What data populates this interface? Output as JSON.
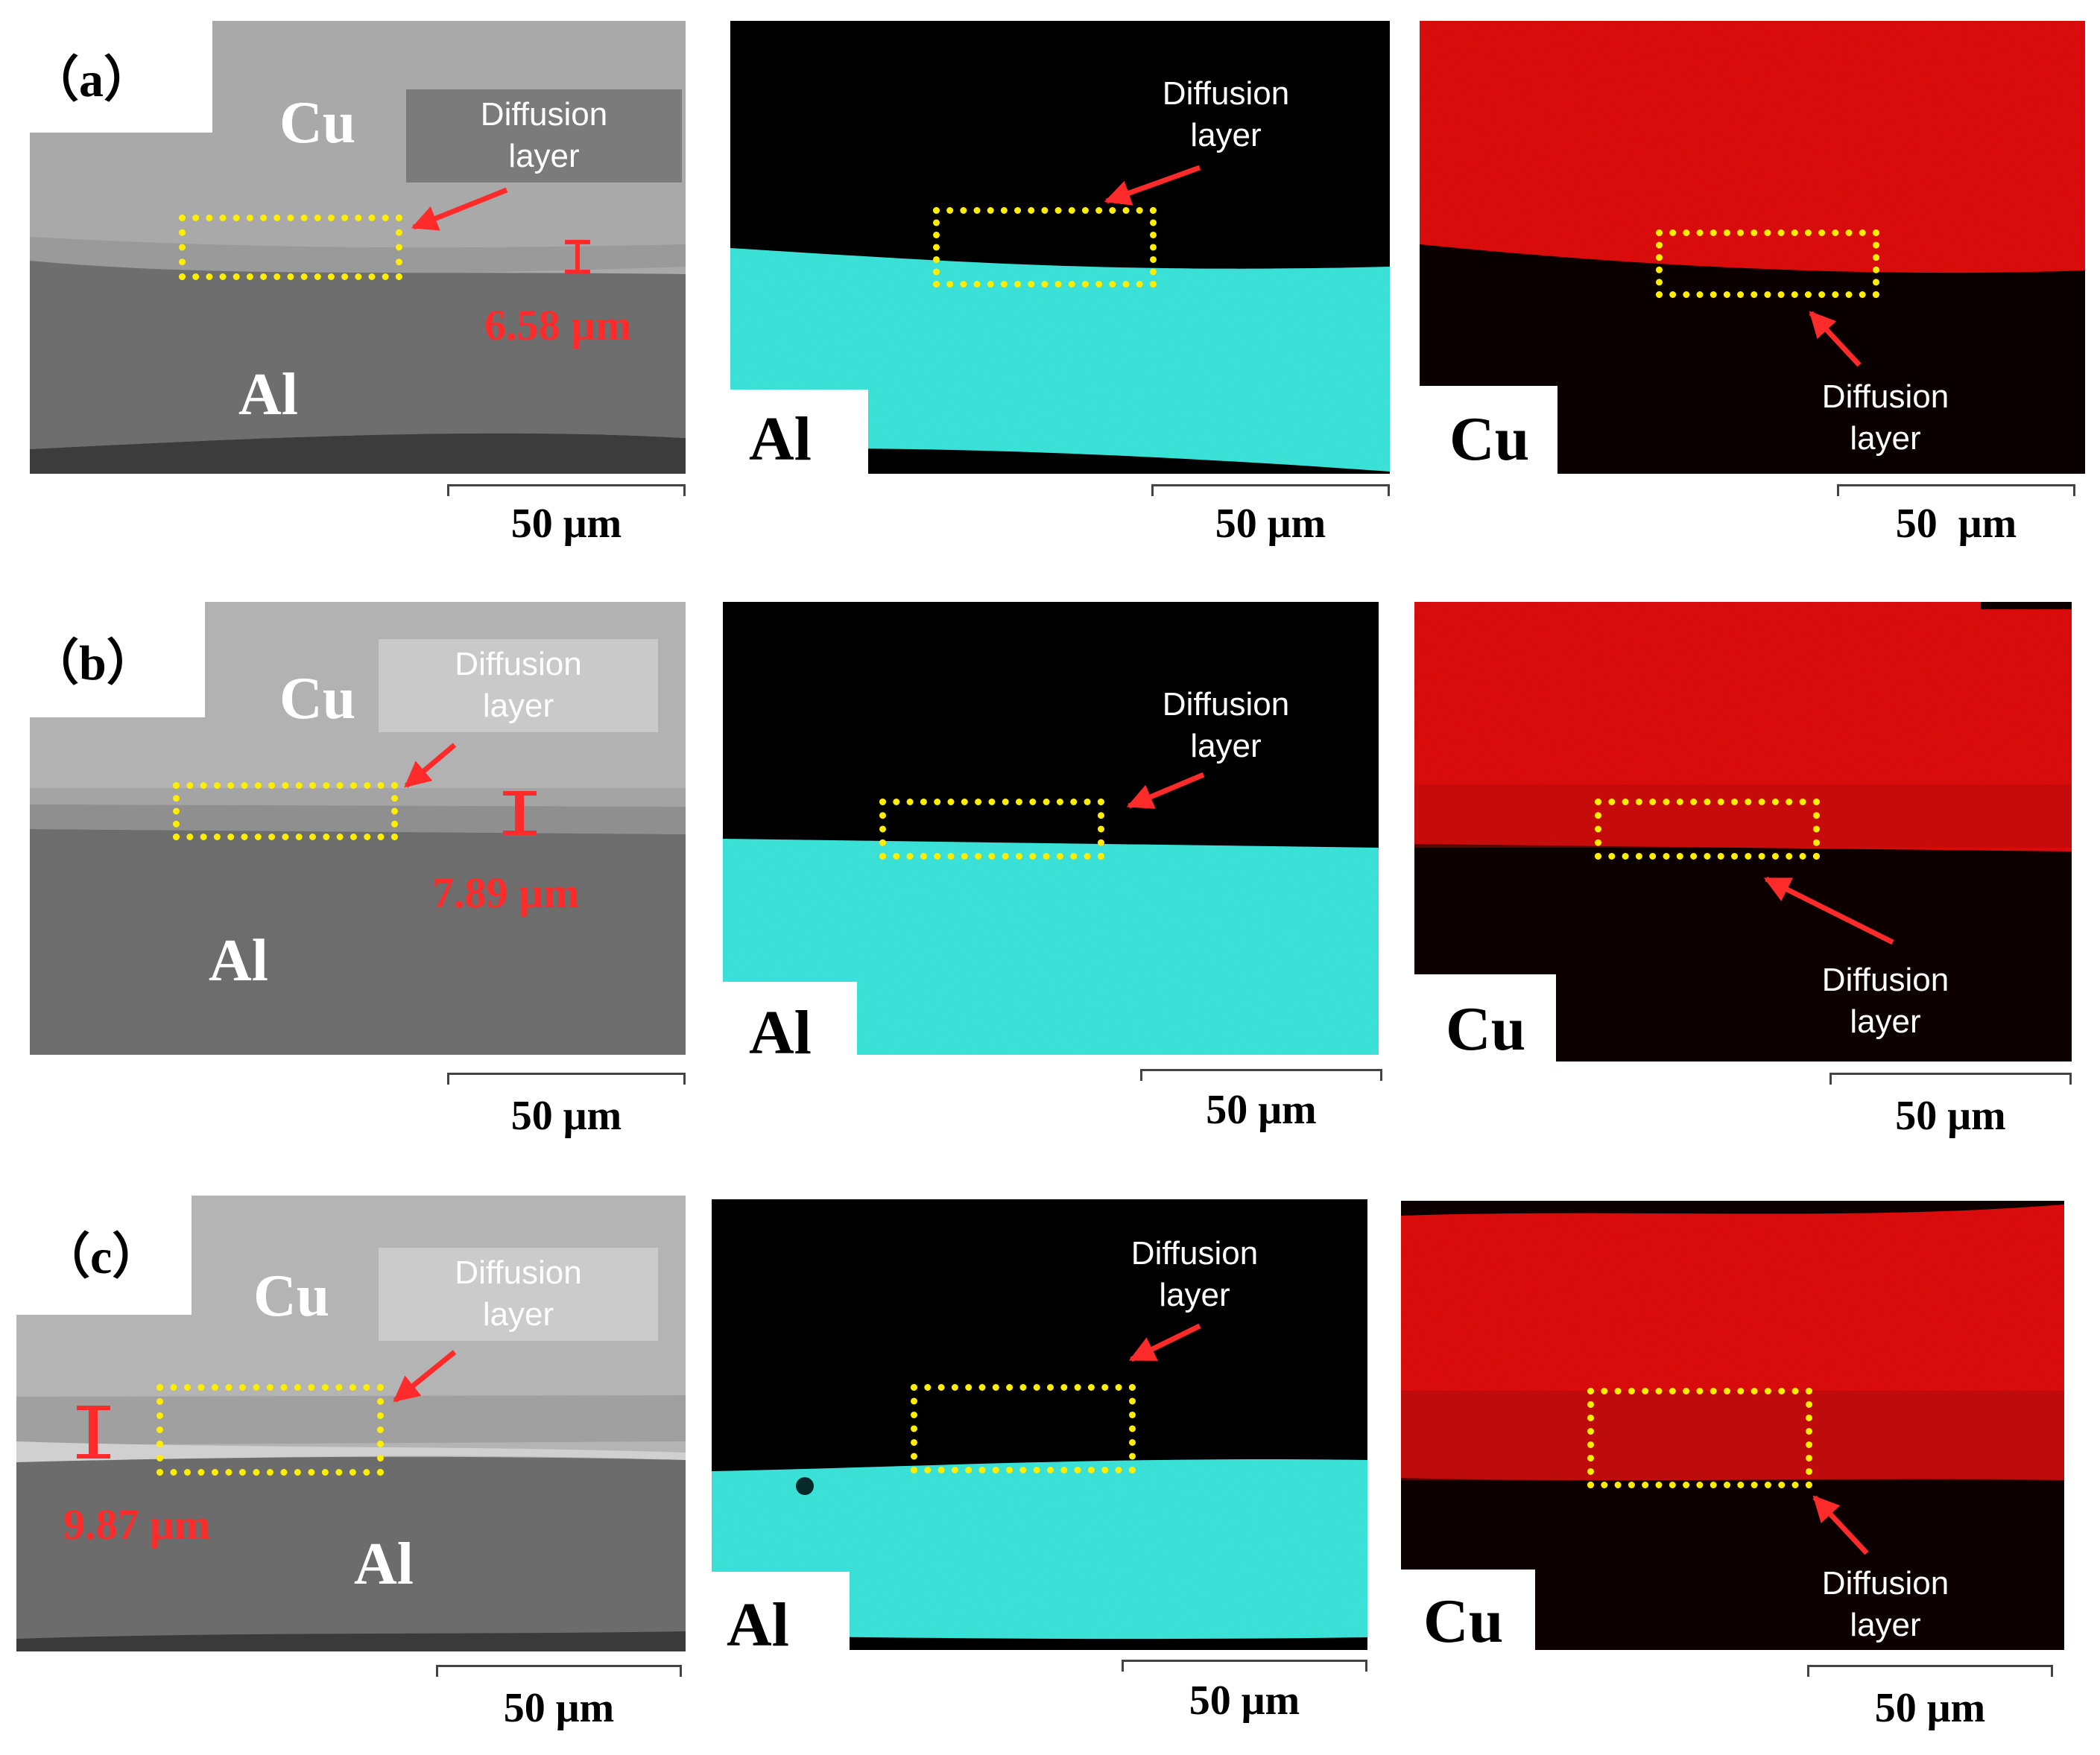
{
  "rows": [
    {
      "letter": "（a）",
      "sem": {
        "top_label": "Cu",
        "bottom_label": "Al",
        "diffusion_label": [
          "Diffusion",
          "layer"
        ],
        "thickness": "6.58 μm",
        "thickness_um": 6.58,
        "scale": "50 μm"
      },
      "al_map": {
        "label": "Al",
        "diffusion_label": [
          "Diffusion",
          "layer"
        ],
        "scale": "50 μm"
      },
      "cu_map": {
        "label": "Cu",
        "diffusion_label": [
          "Diffusion",
          "layer"
        ],
        "scale": "50  μm"
      }
    },
    {
      "letter": "（b）",
      "sem": {
        "top_label": "Cu",
        "bottom_label": "Al",
        "diffusion_label": [
          "Diffusion",
          "layer"
        ],
        "thickness": "7.89 μm",
        "thickness_um": 7.89,
        "scale": "50 μm"
      },
      "al_map": {
        "label": "Al",
        "diffusion_label": [
          "Diffusion",
          "layer"
        ],
        "scale": "50 μm"
      },
      "cu_map": {
        "label": "Cu",
        "diffusion_label": [
          "Diffusion",
          "layer"
        ],
        "scale": "50 μm"
      }
    },
    {
      "letter": "（c）",
      "sem": {
        "top_label": "Cu",
        "bottom_label": "Al",
        "diffusion_label": [
          "Diffusion",
          "layer"
        ],
        "thickness": "9.87 μm",
        "thickness_um": 9.87,
        "scale": "50 μm"
      },
      "al_map": {
        "label": "Al",
        "diffusion_label": [
          "Diffusion",
          "layer"
        ],
        "scale": "50 μm"
      },
      "cu_map": {
        "label": "Cu",
        "diffusion_label": [
          "Diffusion",
          "layer"
        ],
        "scale": "50 μm"
      }
    }
  ],
  "colors": {
    "sem_cu": "#a8a8a8",
    "sem_al": "#6a6a6a",
    "al_map": "#2ee0d4",
    "cu_map": "#e01010",
    "highlight": "#ffee00",
    "annotation": "#ff2a2a"
  }
}
